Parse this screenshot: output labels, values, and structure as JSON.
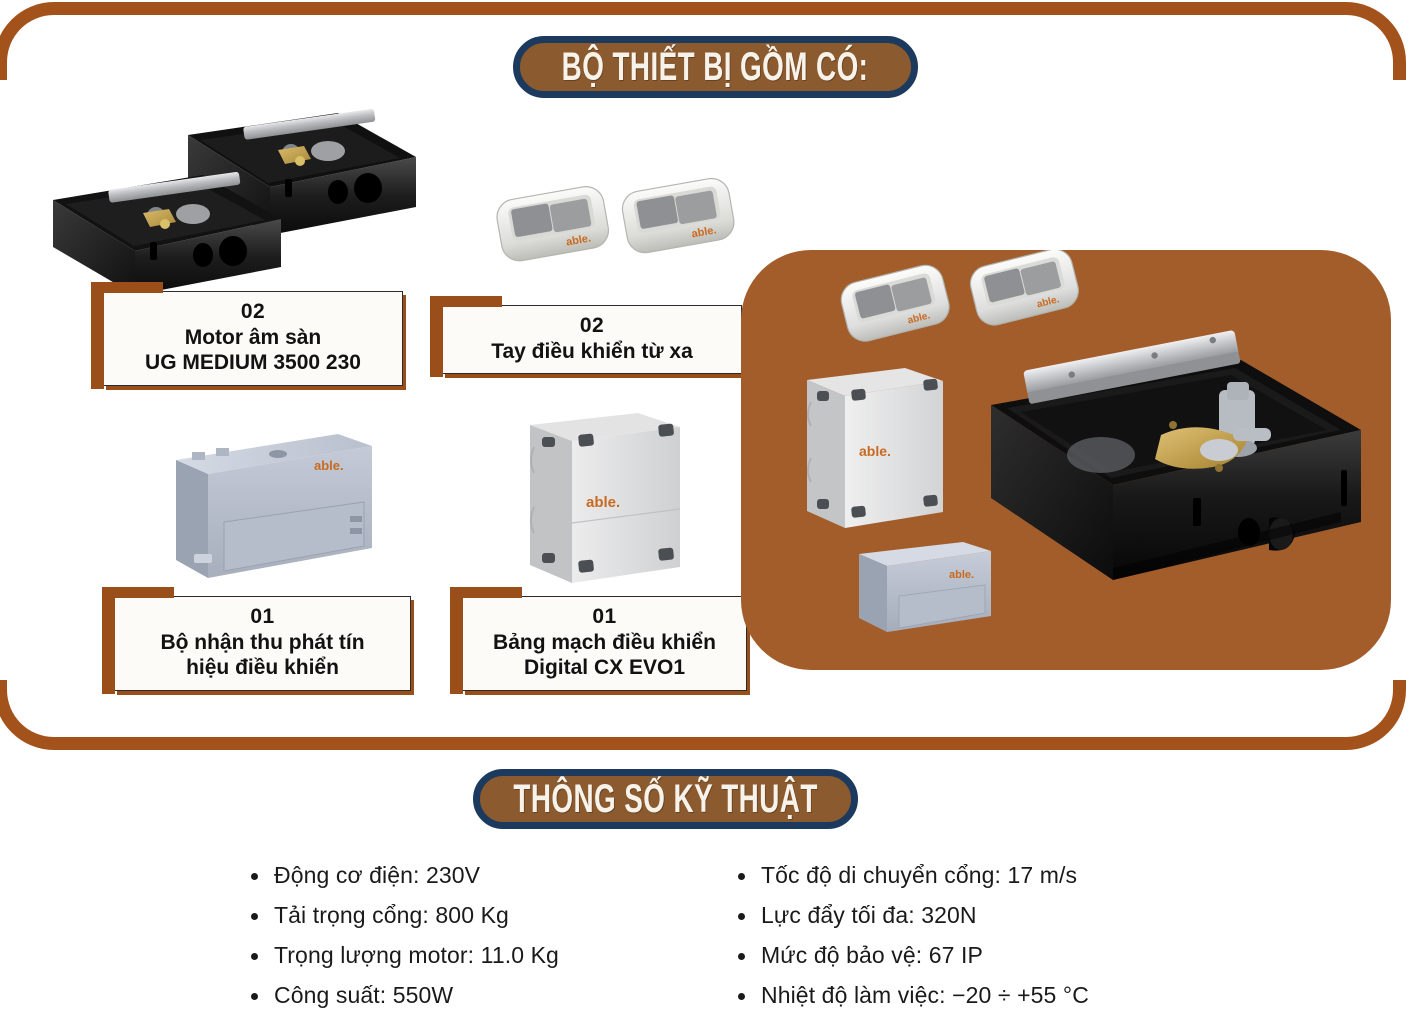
{
  "banners": {
    "contents_title": "BỘ THIẾT BỊ GỒM CÓ:",
    "specs_title": "THÔNG SỐ KỸ THUẬT"
  },
  "brand": "able.",
  "colors": {
    "brown_accent": "#A4521B",
    "banner_fill": "#8B5A2E",
    "banner_border": "#1C3A5E",
    "panel_fill": "#A35D2B",
    "label_shadow": "#9A4F1A",
    "brand_orange": "#C96A20"
  },
  "items": [
    {
      "id": "motor",
      "qty": "02",
      "lines": [
        "Motor âm sàn",
        "UG MEDIUM 3500 230"
      ],
      "image_name": "underground-motor-boxes-image"
    },
    {
      "id": "remote",
      "qty": "02",
      "lines": [
        "Tay điều khiển từ xa"
      ],
      "image_name": "remote-controls-image"
    },
    {
      "id": "receiver",
      "qty": "01",
      "lines": [
        "Bộ nhận thu phát tín",
        "hiệu điều khiển"
      ],
      "image_name": "signal-receiver-image"
    },
    {
      "id": "board",
      "qty": "01",
      "lines": [
        "Bảng mạch điều khiển",
        "Digital CX EVO1"
      ],
      "image_name": "control-board-enclosure-image"
    }
  ],
  "product_panel": {
    "name": "product-showcase-panel",
    "contents": [
      "remote-control",
      "remote-control",
      "control-board-enclosure",
      "signal-receiver",
      "underground-motor-box"
    ]
  },
  "specs": {
    "left": [
      "Động cơ điện: 230V",
      "Tải trọng cổng: 800 Kg",
      "Trọng lượng motor: 11.0 Kg",
      "Công suất: 550W"
    ],
    "right": [
      "Tốc độ di chuyển cổng: 17 m/s",
      "Lực đẩy tối đa: 320N",
      "Mức độ bảo vệ: 67 IP",
      "Nhiệt độ làm việc: −20 ÷ +55 °C"
    ]
  }
}
